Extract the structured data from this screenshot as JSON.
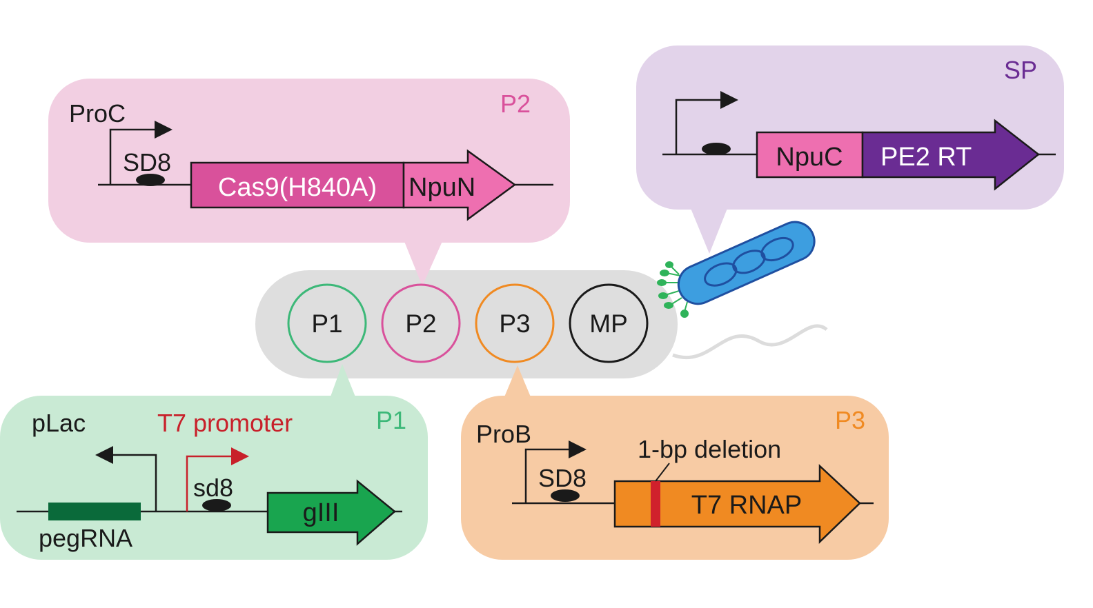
{
  "colors": {
    "p1_panel": "#c9ead4",
    "p1_accent": "#3cb878",
    "p1_gene": "#19a54f",
    "p1_pegrna": "#0a6a3a",
    "p2_panel": "#f2cfe2",
    "p2_accent": "#d9519b",
    "p2_cas9": "#d9519b",
    "p2_npun": "#ee6fb0",
    "p3_panel": "#f7cba4",
    "p3_accent": "#f08a22",
    "p3_gene": "#f08a22",
    "p3_deletion": "#d0212c",
    "sp_panel": "#e2d3ea",
    "sp_accent": "#6a2c93",
    "sp_npuc": "#ee6fb0",
    "sp_rt": "#6a2c93",
    "phage_body": "#dedede",
    "bacterium": "#3d9ee0",
    "bacterium_outline": "#1f4fa0",
    "pili": "#2fb35a",
    "t7_red": "#c8202a",
    "mp_ring": "#1a1a1a"
  },
  "p2_panel": {
    "tag": "P2",
    "promoter": "ProC",
    "rbs": "SD8",
    "gene_a": "Cas9(H840A)",
    "gene_b": "NpuN"
  },
  "sp_panel": {
    "tag": "SP",
    "gene_a": "NpuC",
    "gene_b": "PE2 RT"
  },
  "p1_panel": {
    "tag": "P1",
    "promoter_left": "pLac",
    "promoter_right": "T7 promoter",
    "rbs": "sd8",
    "guide": "pegRNA",
    "gene": "gIII"
  },
  "p3_panel": {
    "tag": "P3",
    "promoter": "ProB",
    "rbs": "SD8",
    "mutation": "1-bp deletion",
    "gene": "T7 RNAP"
  },
  "phage": {
    "plasmids": [
      "P1",
      "P2",
      "P3",
      "MP"
    ]
  }
}
